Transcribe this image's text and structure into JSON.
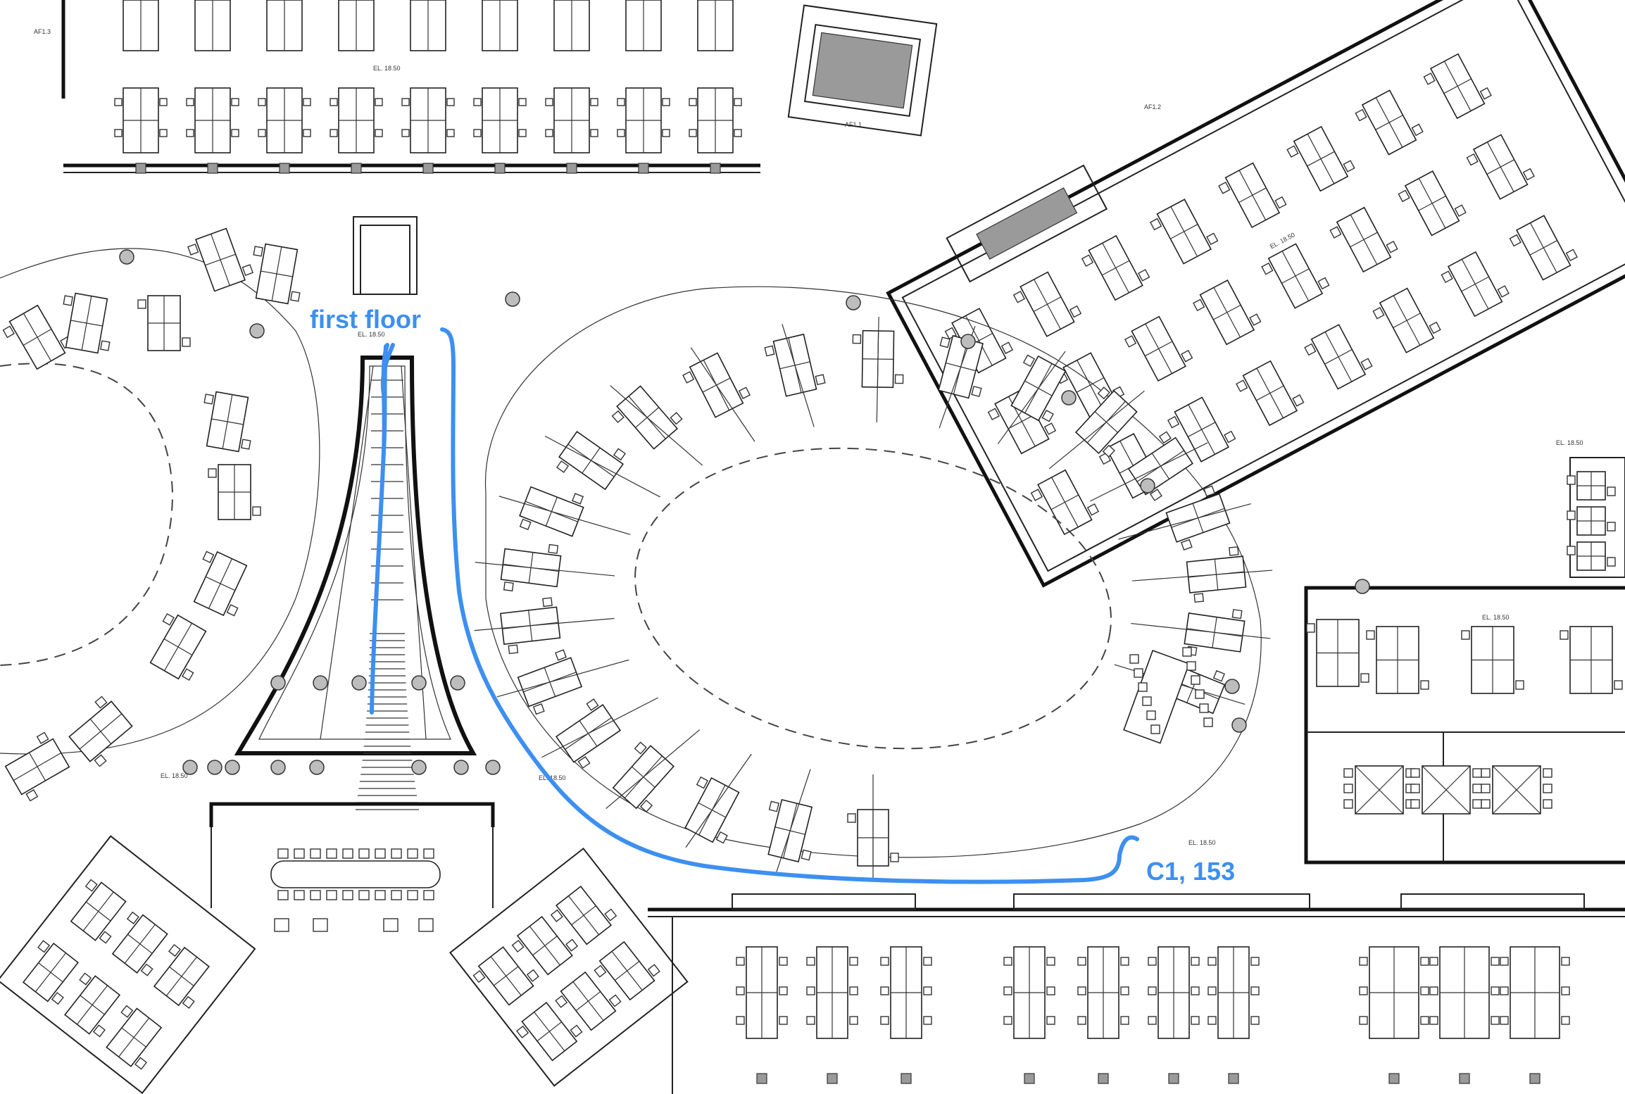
{
  "annotations": {
    "start_label": "first floor",
    "end_label": "C1, 153"
  },
  "elevation_tags": [
    "EL. 18.50",
    "EL. 18.50",
    "EL. 18.50",
    "EL. 18.50",
    "EL. 18.50",
    "EL. 18.50",
    "EL. 18.50",
    "EL. 18.50"
  ],
  "room_tags": [
    "AF1.1",
    "AF1.3",
    "AF1.2"
  ],
  "colors": {
    "route": "#3d8ff0",
    "linework": "#222222",
    "background": "#ffffff"
  }
}
